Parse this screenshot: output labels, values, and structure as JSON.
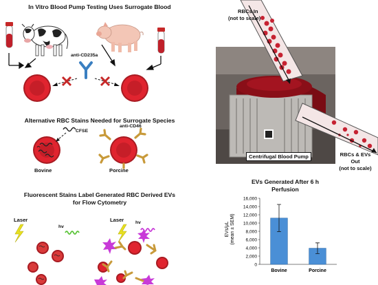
{
  "left": {
    "section1": {
      "title": "In Vitro Blood Pump Testing Uses Surrogate Blood",
      "antibody": "anti-CD235a"
    },
    "section2": {
      "title": "Alternative RBC Stains Needed for Surrogate Species",
      "stain_bovine": "CFSE",
      "stain_porcine": "anti-CD46",
      "label_bovine": "Bovine",
      "label_porcine": "Porcine"
    },
    "section3": {
      "title_line1": "Fluorescent Stains Label Generated RBC Derived EVs",
      "title_line2": "for Flow Cytometry",
      "laser_left": "Laser",
      "laser_right": "Laser",
      "hv_left": "hv",
      "hv_right": "hv"
    }
  },
  "right": {
    "rbcs_in_line1": "RBCs In",
    "rbcs_in_line2": "(not to scale)",
    "pump_label": "Centrifugal Blood Pump",
    "rbcs_out_line1": "RBCs & EVs",
    "rbcs_out_line2": "Out",
    "rbcs_out_line3": "(not to scale)"
  },
  "chart_data": {
    "type": "bar",
    "title": "EVs Generated After 6 h Perfusion",
    "title_line1": "EVs Generated After 6 h",
    "title_line2": "Perfusion",
    "ylabel_line1": "EVs/μL",
    "ylabel_line2": "(mean ± SEM)",
    "categories": [
      "Bovine",
      "Porcine"
    ],
    "values": [
      11200,
      3900
    ],
    "errors": [
      3300,
      1300
    ],
    "ylim": [
      0,
      16000
    ],
    "yticks": [
      "0",
      "2,000",
      "4,000",
      "6,000",
      "8,000",
      "10,000",
      "12,000",
      "14,000",
      "16,000"
    ],
    "bar_color": "#4a8fd6",
    "grid": false
  },
  "colors": {
    "rbc": "#e0242f",
    "rbc_dark": "#a81b22",
    "antibody_blue": "#3a7fc1",
    "antibody_gold": "#c89a3a",
    "cross": "#c62828",
    "ev_magenta": "#c83ad8",
    "hv_green": "#5cc43a",
    "laser_yellow": "#e8e020"
  }
}
